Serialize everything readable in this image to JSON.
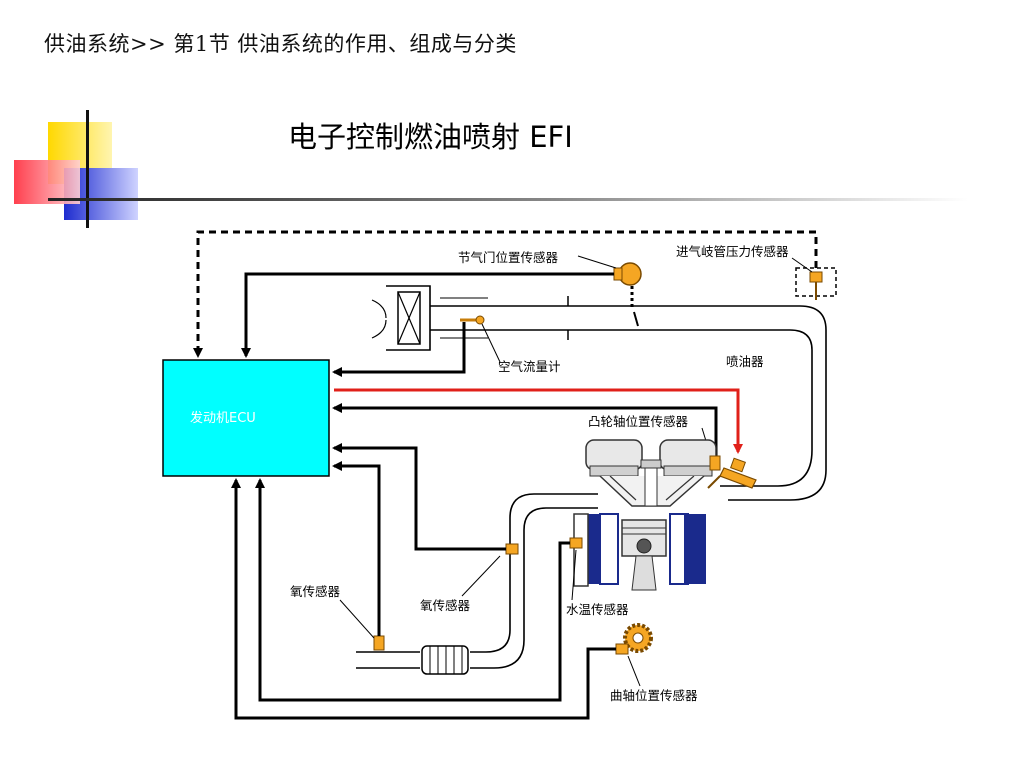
{
  "header": {
    "breadcrumb": "供油系统>> 第1节 供油系统的作用、组成与分类",
    "title": "电子控制燃油喷射 EFI"
  },
  "diagram": {
    "ecu_label": "发动机ECU",
    "labels": {
      "throttle_position_sensor": "节气门位置传感器",
      "manifold_pressure_sensor": "进气岐管压力传感器",
      "air_flow_meter": "空气流量计",
      "injector": "喷油器",
      "camshaft_position_sensor": "凸轮轴位置传感器",
      "oxygen_sensor_1": "氧传感器",
      "oxygen_sensor_2": "氧传感器",
      "coolant_temp_sensor": "水温传感器",
      "crankshaft_position_sensor": "曲轴位置传感器"
    }
  },
  "colors": {
    "ecu_fill": "#00ffff",
    "injector_signal": "#e0201a",
    "sensor_body": "#f5a623",
    "engine_blue": "#1a2a8c",
    "deco_yellow": "#ffdd00",
    "deco_red": "#ee3344",
    "deco_blue": "#2233cc"
  }
}
